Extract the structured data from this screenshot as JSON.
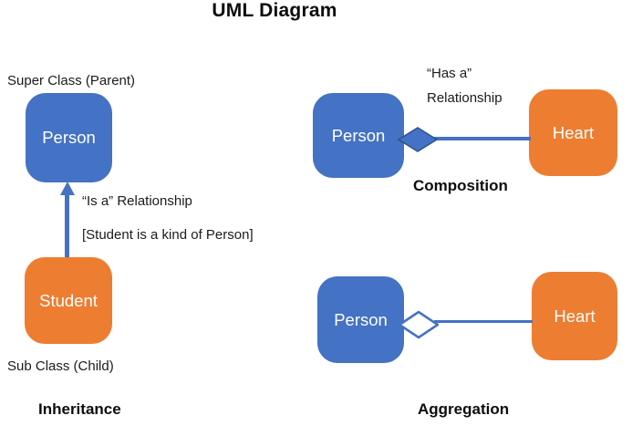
{
  "title": "UML Diagram",
  "colors": {
    "box_blue": "#4472C4",
    "box_orange": "#ED7D31",
    "connector_blue": "#4472C4",
    "composition_diamond_border": "#2F528F",
    "text_dark": "#1b1b1b",
    "box_text": "#ffffff"
  },
  "inheritance": {
    "super_class_label": "Super Class (Parent)",
    "parent_box_label": "Person",
    "relationship_label": "“Is a” Relationship",
    "relationship_note": "[Student is a kind of Person]",
    "child_box_label": "Student",
    "sub_class_label": "Sub Class (Child)",
    "section_label": "Inheritance"
  },
  "composition": {
    "relationship_line1": "“Has a”",
    "relationship_line2": "Relationship",
    "left_box_label": "Person",
    "right_box_label": "Heart",
    "section_label": "Composition"
  },
  "aggregation": {
    "left_box_label": "Person",
    "right_box_label": "Heart",
    "section_label": "Aggregation"
  }
}
